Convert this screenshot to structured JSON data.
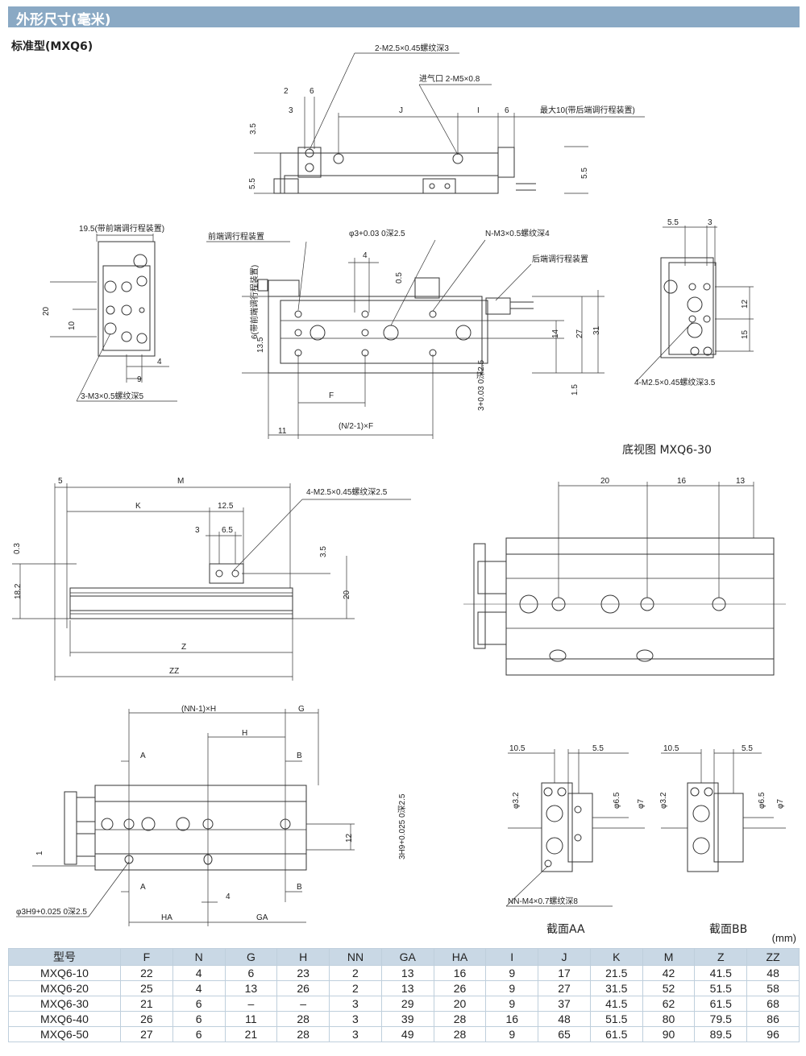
{
  "header": {
    "title": "外形尺寸(毫米)"
  },
  "subtitle": "标准型(MXQ6)",
  "labels": {
    "top_thread": "2-M2.5×0.45螺纹深3",
    "inlet": "进气口 2-M5×0.8",
    "max10": "最大10(带后端调行程装置)",
    "front_adj_195": "19.5(带前端调行程装置)",
    "front_adj": "前端调行程装置",
    "phi3": "φ3+0.03 0深2.5",
    "nm3": "N-M3×0.5螺纹深4",
    "rear_adj": "后端调行程装置",
    "m3_3": "3-M3×0.5螺纹深5",
    "side_adj6": "6(带前端调行程装置)",
    "n_formula": "(N/2-1)×F",
    "phi3_right": "3+0.03 0深2.5",
    "m25_4_35": "4-M2.5×0.45螺纹深3.5",
    "m25_4_25": "4-M2.5×0.45螺纹深2.5",
    "nn_h": "(NN-1)×H",
    "h3h9": "φ3H9+0.025 0深2.5",
    "h3h9_side": "3H9+0.025 0深2.5",
    "nn_m4": "NN-M4×0.7螺纹深8"
  },
  "dims": {
    "d2": "2",
    "d6": "6",
    "d3": "3",
    "dJ": "J",
    "dI": "I",
    "d35": "3.5",
    "d55": "5.5",
    "d20": "20",
    "d10": "10",
    "d9": "9",
    "d4": "4",
    "d05": "0.5",
    "d135": "13.5",
    "d14": "14",
    "d27": "27",
    "d31": "31",
    "d15": "1.5",
    "dF": "F",
    "d11": "11",
    "d12": "12",
    "d15b": "15",
    "d5": "5",
    "dM": "M",
    "dK": "K",
    "d125": "12.5",
    "d65": "6.5",
    "d03": "0.3",
    "d182": "18.2",
    "dZ": "Z",
    "dZZ": "ZZ",
    "d16": "16",
    "d13": "13",
    "dG": "G",
    "dH": "H",
    "dA": "A",
    "dB": "B",
    "d1": "1",
    "dHA": "HA",
    "dGA": "GA",
    "d105": "10.5",
    "d32": "φ3.2",
    "d65p": "φ6.5",
    "d7": "φ7"
  },
  "captions": {
    "bottom_view": "底视图 MXQ6-30",
    "section_aa": "截面AA",
    "section_bb": "截面BB",
    "units": "(mm)"
  },
  "table": {
    "headers": [
      "型号",
      "F",
      "N",
      "G",
      "H",
      "NN",
      "GA",
      "HA",
      "I",
      "J",
      "K",
      "M",
      "Z",
      "ZZ"
    ],
    "rows": [
      [
        "MXQ6-10",
        "22",
        "4",
        "6",
        "23",
        "2",
        "13",
        "16",
        "9",
        "17",
        "21.5",
        "42",
        "41.5",
        "48"
      ],
      [
        "MXQ6-20",
        "25",
        "4",
        "13",
        "26",
        "2",
        "13",
        "26",
        "9",
        "27",
        "31.5",
        "52",
        "51.5",
        "58"
      ],
      [
        "MXQ6-30",
        "21",
        "6",
        "–",
        "–",
        "3",
        "29",
        "20",
        "9",
        "37",
        "41.5",
        "62",
        "61.5",
        "68"
      ],
      [
        "MXQ6-40",
        "26",
        "6",
        "11",
        "28",
        "3",
        "39",
        "28",
        "16",
        "48",
        "51.5",
        "80",
        "79.5",
        "86"
      ],
      [
        "MXQ6-50",
        "27",
        "6",
        "21",
        "28",
        "3",
        "49",
        "28",
        "9",
        "65",
        "61.5",
        "90",
        "89.5",
        "96"
      ]
    ]
  }
}
